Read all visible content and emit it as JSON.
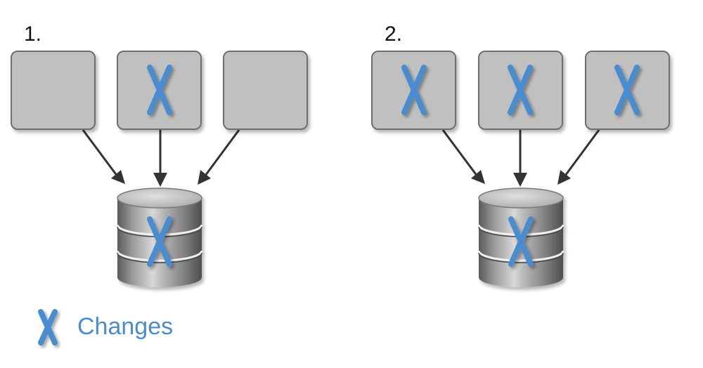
{
  "panels": [
    {
      "label": "1.",
      "nodes": [
        false,
        true,
        false
      ],
      "store_changed": true
    },
    {
      "label": "2.",
      "nodes": [
        true,
        true,
        true
      ],
      "store_changed": true
    }
  ],
  "legend": {
    "text": "Changes"
  },
  "colors": {
    "change_mark": "#4a8ccf",
    "node_fill": "#c0c0c0",
    "node_stroke": "#6e6e6e",
    "arrow": "#333333"
  },
  "icons": {
    "change_mark": "x-mark-icon",
    "store": "database-icon"
  }
}
